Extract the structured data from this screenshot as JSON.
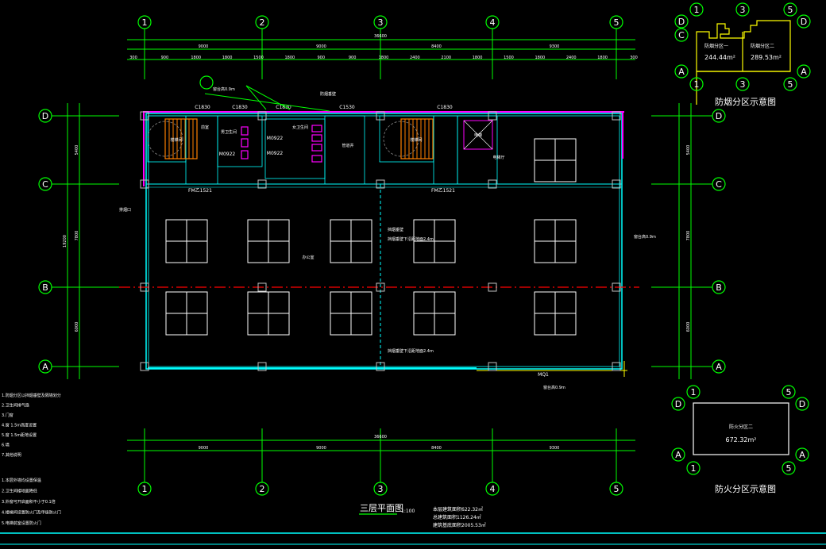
{
  "drawing": {
    "title": "三层平面图",
    "scale": "1:100",
    "area_notes": [
      "本层建筑面积622.32㎡",
      "总建筑面积1126.24㎡",
      "建筑基底面积2005.53㎡"
    ]
  },
  "grid": {
    "columns": [
      "1",
      "2",
      "3",
      "4",
      "5"
    ],
    "rows": [
      "A",
      "B",
      "C",
      "D"
    ]
  },
  "dimensions": {
    "top_total": "36600",
    "top_bays": [
      "9000",
      "9000",
      "8400",
      "9300"
    ],
    "top_details": [
      "300",
      "900",
      "1800",
      "1800",
      "1500",
      "1800",
      "900",
      "900",
      "1800",
      "2400",
      "2100",
      "1800",
      "1500",
      "1800",
      "2400",
      "1800",
      "300"
    ],
    "bottom_total": "36600",
    "bottom_bays": [
      "9000",
      "9000",
      "8400",
      "9300"
    ],
    "left_total": "19200",
    "left_bays": [
      "6000",
      "7800",
      "5400"
    ],
    "right_bays": [
      "6000",
      "7800",
      "5400"
    ]
  },
  "rooms": [
    {
      "label": "楼梯间"
    },
    {
      "label": "男卫生间"
    },
    {
      "label": "女卫生间"
    },
    {
      "label": "前室"
    },
    {
      "label": "管道井"
    },
    {
      "label": "楼梯间"
    },
    {
      "label": "电梯"
    },
    {
      "label": "电梯厅"
    },
    {
      "label": "办公室"
    }
  ],
  "windows": [
    "C1830",
    "C1830",
    "C1830",
    "C1530",
    "C1830",
    "M0922",
    "M0922",
    "M0922",
    "FM乙1521",
    "FM乙1521",
    "MQ1"
  ],
  "annotations": [
    {
      "label": "防烟垂壁"
    },
    {
      "label": "挡烟垂壁"
    },
    {
      "label": "挡烟垂壁下沿距地面2.4m"
    },
    {
      "label": "挡烟垂壁下沿距地面2.4m"
    },
    {
      "label": "排烟口"
    },
    {
      "label": "窗台高0.9m"
    },
    {
      "label": "窗台高0.9m"
    },
    {
      "label": "窗台高0.9m"
    }
  ],
  "notes": [
    "1.防烟分区以挡烟垂壁及隔墙划分",
    "2.卫生间排气扇",
    "3.门窗",
    "4.窗 1.5m高度设置",
    "5.窗 1.5m距地设置",
    "6.墙",
    "7.其他说明",
    "1.本层外墙均设置保温",
    "2.卫生间楼地面降低",
    "3.外窗可开启面积不小于0.1倍",
    "4.楼梯间设置防火门及甲级防火门",
    "5.电梯前室设置防火门"
  ],
  "smoke_schematic": {
    "title": "防烟分区示意图",
    "zones": [
      {
        "name": "防烟分区一",
        "area": "244.44m²"
      },
      {
        "name": "防烟分区二",
        "area": "289.53m²"
      }
    ],
    "grid_labels": [
      "1",
      "3",
      "5",
      "D",
      "C",
      "A",
      "A",
      "D",
      "1",
      "3",
      "5"
    ]
  },
  "fire_schematic": {
    "title": "防火分区示意图",
    "zone": {
      "name": "防火分区二",
      "area": "672.32m²"
    },
    "grid_labels": [
      "1",
      "5",
      "D",
      "D",
      "A",
      "A",
      "1",
      "5"
    ]
  },
  "colors": {
    "grid": "#00ff00",
    "wall": "#00ffff",
    "boundary": "#ff00ff",
    "axis": "#ff0000",
    "stair": "#ff8000",
    "schematic": "#ffff00"
  }
}
